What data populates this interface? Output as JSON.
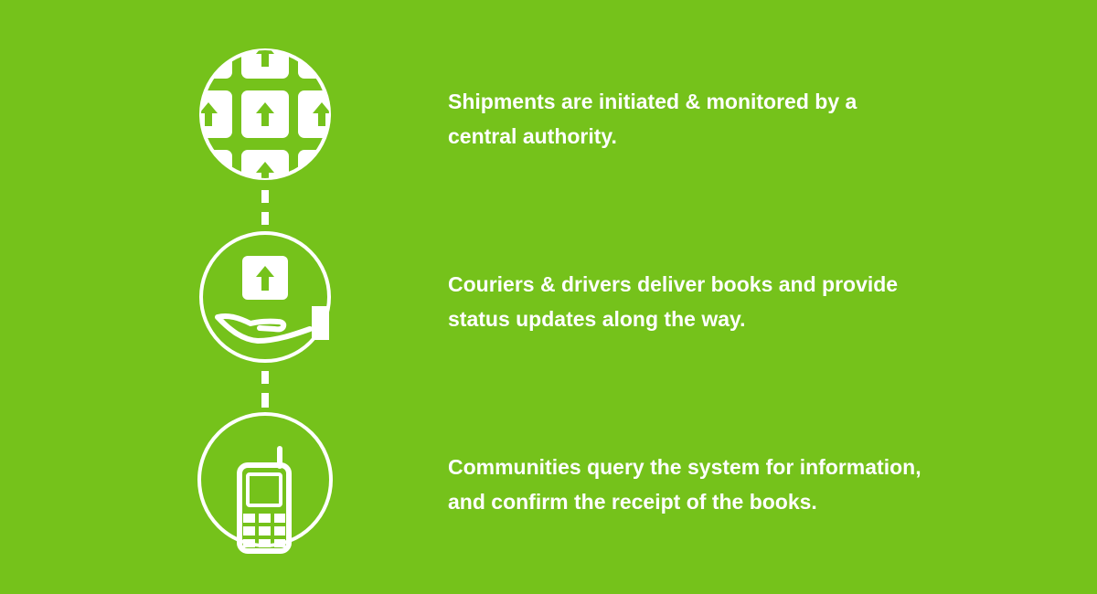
{
  "colors": {
    "background": "#75c21b",
    "foreground": "#ffffff"
  },
  "steps": [
    {
      "icon": "package-grid-icon",
      "line1": "Shipments are initiated & monitored by a",
      "line2": "central authority."
    },
    {
      "icon": "hand-package-icon",
      "line1": "Couriers & drivers deliver books and provide",
      "line2": "status updates along the way."
    },
    {
      "icon": "mobile-phone-icon",
      "line1": "Communities query the system for information,",
      "line2": "and confirm the receipt of the books."
    }
  ]
}
